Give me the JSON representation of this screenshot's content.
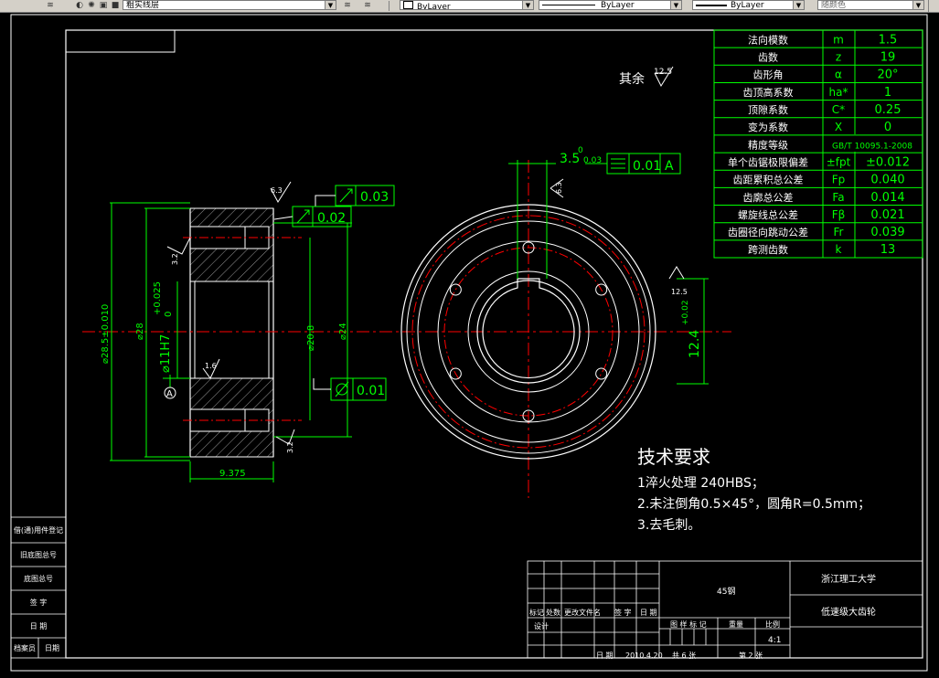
{
  "toolbar": {
    "layer_name": "粗实线层",
    "color_control": "ByLayer",
    "linetype_control": "ByLayer",
    "lineweight_control": "ByLayer",
    "plotstyle_control": "随颜色"
  },
  "param_table": [
    {
      "name": "法向模数",
      "symbol": "m",
      "value": "1.5"
    },
    {
      "name": "齿数",
      "symbol": "z",
      "value": "19"
    },
    {
      "name": "齿形角",
      "symbol": "α",
      "value": "20°"
    },
    {
      "name": "齿顶高系数",
      "symbol": "ha*",
      "value": "1"
    },
    {
      "name": "顶隙系数",
      "symbol": "C*",
      "value": "0.25"
    },
    {
      "name": "变为系数",
      "symbol": "X",
      "value": "0"
    },
    {
      "name": "精度等级",
      "symbol": "",
      "value": "GB/T 10095.1-2008"
    },
    {
      "name": "单个齿锯极限偏差",
      "symbol": "±fpt",
      "value": "±0.012"
    },
    {
      "name": "齿距累积总公差",
      "symbol": "Fp",
      "value": "0.040"
    },
    {
      "name": "齿廓总公差",
      "symbol": "Fa",
      "value": "0.014"
    },
    {
      "name": "螺旋线总公差",
      "symbol": "Fβ",
      "value": "0.021"
    },
    {
      "name": "齿圈径向跳动公差",
      "symbol": "Fr",
      "value": "0.039"
    },
    {
      "name": "跨测齿数",
      "symbol": "k",
      "value": "13"
    }
  ],
  "drawing": {
    "other_surfaces_label": "其余",
    "other_surfaces_roughness": "12.5",
    "keyway_width": "3.5",
    "keyway_tol_upper": "0",
    "keyway_tol_lower": "0.03",
    "keyway_symmetry_tol": "0.01",
    "keyway_datum": "A",
    "keyway_roughness": "6.3",
    "keyway_depth": "12.4",
    "keyway_depth_tol": "+0.02",
    "keyway_depth_roughness": "12.5",
    "runout_1": "0.03",
    "runout_2": "0.02",
    "cylindricity": "0.01",
    "roughness_top": "6.3",
    "roughness_side": "3.2",
    "roughness_bore": "1.6",
    "roughness_bottom": "3.2",
    "dia_outer": "⌀28.5±0.010",
    "dia_2": "⌀28",
    "dia_bore": "⌀11H7",
    "bore_tol": "+0.025",
    "bore_tol_lower": "0",
    "dia_4": "⌀20.8",
    "dia_5": "⌀24",
    "width_dim": "9.375",
    "datum_label": "A"
  },
  "tech_requirements": {
    "title": "技术要求",
    "items": [
      "1淬火处理 240HBS；",
      "2.未注倒角0.5×45°，圆角R=0.5mm；",
      "3.去毛刺。"
    ]
  },
  "title_block": {
    "material": "45钢",
    "school": "浙江理工大学",
    "part_name": "低速级大齿轮",
    "stage_label": "图 样 标 记",
    "weight_label": "重量",
    "scale_label": "比例",
    "scale": "4:1",
    "mark_label": "标记",
    "count_label": "处数",
    "change_doc_label": "更改文件名",
    "sign_label": "签 字",
    "date_label": "日 期",
    "design_label": "设计",
    "approve_label": "日 期",
    "date_value": "2010.4.20",
    "total_sheets": "共 6 张",
    "sheet_no": "第 2 张"
  },
  "left_block": {
    "rows": [
      "借(通)用件登记",
      "旧底图总号",
      "底图总号",
      "签 字",
      "日 期"
    ],
    "bottom": [
      "档案员",
      "日期"
    ]
  }
}
